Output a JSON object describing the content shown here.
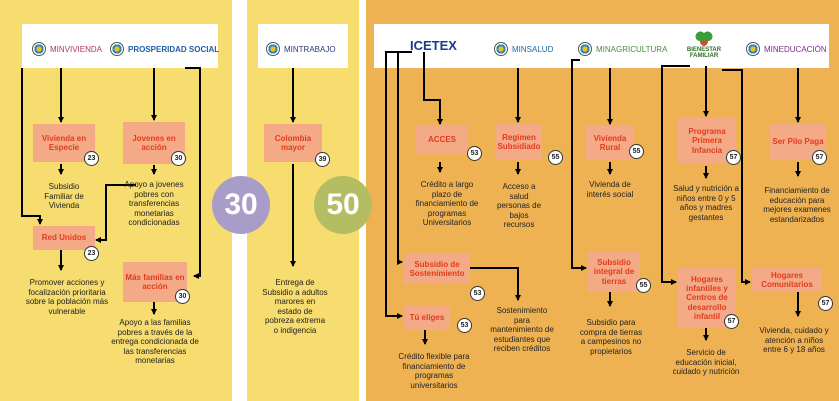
{
  "panel1": {
    "logos": [
      "MINVIVIENDA",
      "PROSPERIDAD SOCIAL"
    ],
    "programs": [
      {
        "name": "Vivienda en Especie",
        "num": "23",
        "desc": "Subsidio Familiar de Vivienda"
      },
      {
        "name": "Red Unidos",
        "num": "23",
        "desc": "Promover acciones y focalización prioritaria sobre la población más vulnerable"
      },
      {
        "name": "Jovenes en acción",
        "num": "30",
        "desc": "Apoyo a jovenes pobres con transferencias monetarias condicionadas"
      },
      {
        "name": "Más familias en acción",
        "num": "30",
        "desc": "Apoyo a las familias pobres a través de la entrega condicionada de las transferencias monetarias"
      }
    ]
  },
  "panel2": {
    "logo": "MINTRABAJO",
    "programs": [
      {
        "name": "Colombia mayor",
        "num": "39",
        "desc": "Entrega de Subsidio a adultos marores en estado de pobreza extrema o indigencia"
      }
    ]
  },
  "panel3": {
    "logos": [
      "ICETEX",
      "MINSALUD",
      "MINAGRICULTURA",
      "BIENESTAR FAMILIAR",
      "MINEDUCACIÓN"
    ],
    "programs": [
      {
        "name": "ACCES",
        "num": "53",
        "desc": "Crédito a largo plazo de financiamiento de programas Universitarios"
      },
      {
        "name": "Regimen Subsidiado",
        "num": "55",
        "desc": "Acceso a salud personas de bajos recursos"
      },
      {
        "name": "Vivienda Rural",
        "num": "55",
        "desc": "Vivienda de interés social"
      },
      {
        "name": "Programa Primera Infancia",
        "num": "57",
        "desc": "Salud y nutrición a niños entre 0 y 5 años y madres gestantes"
      },
      {
        "name": "Ser Pilo Paga",
        "num": "57",
        "desc": "Financiamiento de educación para mejores examenes estandarizados"
      },
      {
        "name": "Subsidio de Sostenimiento",
        "num": "53",
        "desc": "Sostenimiento para mantenimiento de estudiantes que reciben créditos"
      },
      {
        "name": "Tú eliges",
        "num": "53",
        "desc": "Crédito flexible para financiamiento de programas universitarios"
      },
      {
        "name": "Subsidio integral de tierras",
        "num": "55",
        "desc": "Subsidio para compra de tierras a campesinos no propietarios"
      },
      {
        "name": "Hogares infantiles y Centros de desarrollo infantil",
        "num": "57",
        "desc": "Servicio de educación inicial, cuidado y nutrición"
      },
      {
        "name": "Hogares Comunitarios",
        "num": "57",
        "desc": "Vivienda, cuidado y atención a niños entre 6 y 18 años"
      }
    ]
  },
  "circles": [
    {
      "value": "30",
      "color": "#a89cc8"
    },
    {
      "value": "50",
      "color": "#b5bd62"
    }
  ],
  "colors": {
    "panel_yellow": "#f7dc6f",
    "panel_orange": "#eeb253",
    "box": "#f4a987",
    "box_text": "#e23c1b"
  }
}
